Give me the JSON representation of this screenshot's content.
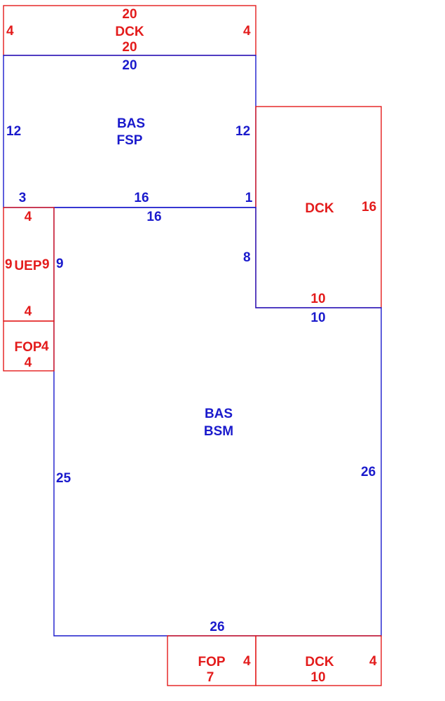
{
  "colors": {
    "red": "#e31b1b",
    "blue": "#1a1acc",
    "background": "#ffffff"
  },
  "areas": {
    "deck_top": {
      "label": "DCK",
      "top": "20",
      "bottom": "20",
      "left": "4",
      "right": "4"
    },
    "bas_fsp": {
      "line1": "BAS",
      "line2": "FSP",
      "top": "20",
      "left": "12",
      "right": "12",
      "bottom_left": "3",
      "bottom_mid": "16",
      "bottom_right": "1"
    },
    "uep": {
      "label": "UEP",
      "top": "4",
      "left": "9",
      "right": "9",
      "bottom": "4"
    },
    "fop_left": {
      "label": "FOP",
      "right": "4",
      "bottom": "4"
    },
    "bas_bsm": {
      "line1": "BAS",
      "line2": "BSM",
      "top": "16",
      "left_upper": "9",
      "right_upper": "8",
      "notch_top": "10",
      "left": "25",
      "right": "26",
      "bottom": "26"
    },
    "deck_right": {
      "label": "DCK",
      "right": "16",
      "bottom": "10"
    },
    "fop_bottom": {
      "label": "FOP",
      "right": "4",
      "bottom": "7"
    },
    "deck_bottom": {
      "label": "DCK",
      "right": "4",
      "bottom": "10"
    }
  }
}
